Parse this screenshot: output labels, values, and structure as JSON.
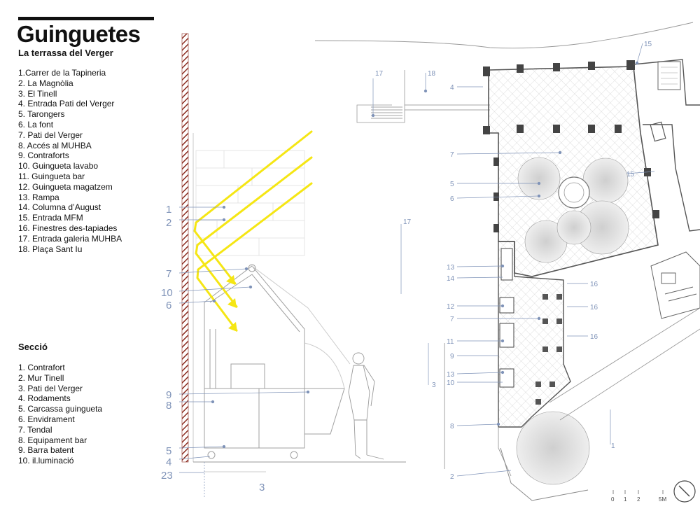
{
  "title": "Guinguetes",
  "plan": {
    "heading": "La terrassa del Verger",
    "items": [
      "1.Carrer de la Tapineria",
      "2. La Magnòlia",
      "3. El Tinell",
      "4. Entrada Pati del Verger",
      "5. Tarongers",
      "6. La font",
      "7. Pati del Verger",
      "8. Accés al MUHBA",
      "9. Contraforts",
      "10. Guingueta lavabo",
      "11. Guingueta bar",
      "12. Guingueta magatzem",
      "13. Rampa",
      "14. Columna d’August",
      "15. Entrada MFM",
      "16. Finestres des-tapiades",
      "17. Entrada galeria MUHBA",
      "18. Plaça Sant Iu"
    ],
    "callouts": [
      "17",
      "18",
      "15",
      "4",
      "7",
      "15",
      "5",
      "6",
      "17",
      "13",
      "14",
      "16",
      "12",
      "16",
      "7",
      "16",
      "11",
      "9",
      "13",
      "10",
      "3",
      "8",
      "1",
      "2"
    ]
  },
  "section": {
    "heading": "Secció",
    "items": [
      "1. Contrafort",
      "2. Mur Tinell",
      "3. Pati del Verger",
      "4. Rodaments",
      "5. Carcassa guingueta",
      "6. Envidrament",
      "7. Tendal",
      "8. Equipament bar",
      "9. Barra batent",
      "10. il.luminació"
    ],
    "callouts": [
      "1",
      "2",
      "7",
      "10",
      "6",
      "9",
      "8",
      "5",
      "4",
      "23",
      "3"
    ]
  },
  "scale": {
    "ticks": [
      "0",
      "1",
      "2",
      "5M"
    ]
  },
  "colors": {
    "sun_rays": "#f5e614",
    "callout": "#7f93b8",
    "wall_hatch": "#8a2a1e",
    "linework": "#9a9a9a"
  }
}
